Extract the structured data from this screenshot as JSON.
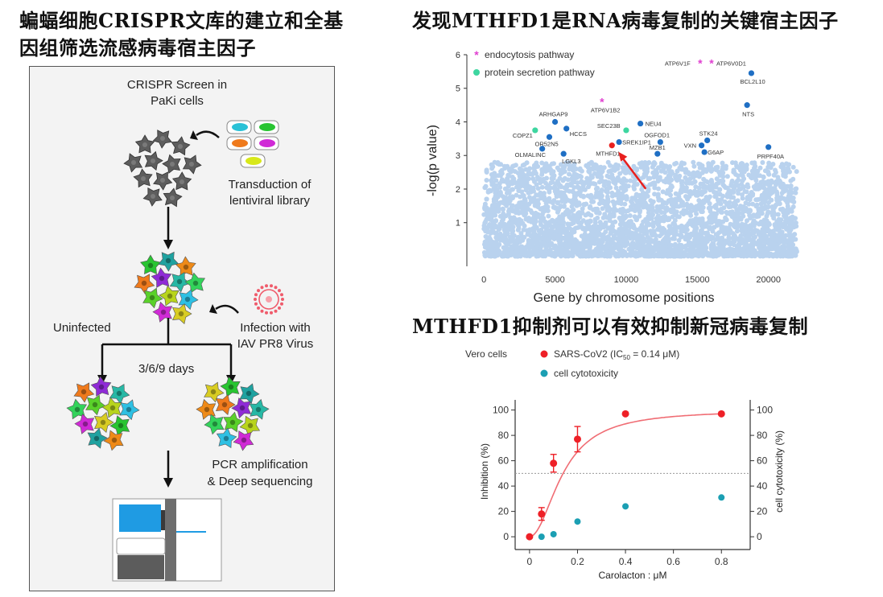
{
  "headings": {
    "left_line1": "蝙蝠细胞CRISPR文库的建立和全基",
    "left_line2": "因组筛选流感病毒宿主因子",
    "top_right": "发现MTHFD1是RNA病毒复制的关键宿主因子",
    "bottom_right": "MTHFD1抑制剂可以有效抑制新冠病毒复制"
  },
  "workflow": {
    "screen_title_line1": "CRISPR Screen in",
    "screen_title_line2": "PaKi cells",
    "transduction_line1": "Transduction of",
    "transduction_line2": "lentiviral library",
    "uninfected": "Uninfected",
    "infection_line1": "Infection with",
    "infection_line2": "IAV PR8 Virus",
    "days": "3/6/9 days",
    "pcr_line1": "PCR amplification",
    "pcr_line2": "& Deep sequencing"
  },
  "chart_data": [
    {
      "type": "scatter",
      "title": "",
      "xlabel": "Gene by chromosome positions",
      "ylabel": "-log(p value)",
      "xlim": [
        -1200,
        22000
      ],
      "ylim": [
        -0.3,
        6
      ],
      "xticks": [
        0,
        5000,
        10000,
        15000,
        20000
      ],
      "yticks": [
        1,
        2,
        3,
        4,
        5,
        6
      ],
      "legend": [
        {
          "name": "endocytosis pathway",
          "color": "#e040d0",
          "marker": "asterisk"
        },
        {
          "name": "protein secretion pathway",
          "color": "#3dd6a0",
          "marker": "circle"
        }
      ],
      "background_points": {
        "color": "#b9d2ee",
        "x_range": [
          0,
          22000
        ],
        "y_range": [
          0,
          2.8
        ],
        "note": "dense cloud of non-significant genes"
      },
      "labeled_genes": [
        {
          "label": "ATP6V1F",
          "x": 15200,
          "y": 5.75,
          "color": "#e040d0",
          "marker": "asterisk"
        },
        {
          "label": "ATP6V0D1",
          "x": 16000,
          "y": 5.75,
          "color": "#e040d0",
          "marker": "asterisk"
        },
        {
          "label": "ATP6V1B2",
          "x": 8300,
          "y": 4.6,
          "color": "#e040d0",
          "marker": "asterisk"
        },
        {
          "label": "BCL2L10",
          "x": 18800,
          "y": 5.45,
          "color": "#1f6fc4",
          "marker": "circle"
        },
        {
          "label": "NTS",
          "x": 18500,
          "y": 4.5,
          "color": "#1f6fc4",
          "marker": "circle"
        },
        {
          "label": "ARHGAP9",
          "x": 5000,
          "y": 4.0,
          "color": "#1f6fc4",
          "marker": "circle"
        },
        {
          "label": "HCCS",
          "x": 5800,
          "y": 3.8,
          "color": "#1f6fc4",
          "marker": "circle"
        },
        {
          "label": "COPZ1",
          "x": 3600,
          "y": 3.75,
          "color": "#3dd6a0",
          "marker": "circle"
        },
        {
          "label": "OR52N5",
          "x": 4600,
          "y": 3.55,
          "color": "#1f6fc4",
          "marker": "circle"
        },
        {
          "label": "OLMALINC",
          "x": 4100,
          "y": 3.2,
          "color": "#1f6fc4",
          "marker": "circle"
        },
        {
          "label": "LGKL3",
          "x": 5600,
          "y": 3.05,
          "color": "#1f6fc4",
          "marker": "circle"
        },
        {
          "label": "SEC23B",
          "x": 10000,
          "y": 3.75,
          "color": "#3dd6a0",
          "marker": "circle"
        },
        {
          "label": "NEU4",
          "x": 11000,
          "y": 3.95,
          "color": "#1f6fc4",
          "marker": "circle"
        },
        {
          "label": "SREK1IP1",
          "x": 9500,
          "y": 3.4,
          "color": "#1f6fc4",
          "marker": "circle"
        },
        {
          "label": "MTHFD1",
          "x": 9000,
          "y": 3.3,
          "color": "#e8201e",
          "marker": "circle"
        },
        {
          "label": "OGFOD1",
          "x": 12400,
          "y": 3.4,
          "color": "#1f6fc4",
          "marker": "circle"
        },
        {
          "label": "MZB1",
          "x": 12200,
          "y": 3.05,
          "color": "#1f6fc4",
          "marker": "circle"
        },
        {
          "label": "STK24",
          "x": 15700,
          "y": 3.45,
          "color": "#1f6fc4",
          "marker": "circle"
        },
        {
          "label": "VXN",
          "x": 15300,
          "y": 3.3,
          "color": "#1f6fc4",
          "marker": "circle"
        },
        {
          "label": "G6AP",
          "x": 15500,
          "y": 3.1,
          "color": "#1f6fc4",
          "marker": "circle"
        },
        {
          "label": "PRPF40A",
          "x": 20000,
          "y": 3.25,
          "color": "#1f6fc4",
          "marker": "circle"
        }
      ],
      "highlight_arrow_target": "MTHFD1"
    },
    {
      "type": "scatter",
      "title": "",
      "xlabel": "Carolacton : μM",
      "ylabel": "Inhibition (%)",
      "y2label": "cell cytotoxicity (%)",
      "xlim": [
        -0.06,
        0.92
      ],
      "ylim": [
        -5,
        108
      ],
      "xticks": [
        0,
        0.2,
        0.4,
        0.6,
        0.8
      ],
      "yticks": [
        0,
        20,
        40,
        60,
        80,
        100
      ],
      "reference_line": 50,
      "cell_label": "Vero cells",
      "series": [
        {
          "name": "SARS-CoV2 (IC50 = 0.14 μM)",
          "name_prefix": "SARS-CoV2 (IC",
          "name_sub": "50",
          "name_suffix": " = 0.14 μM)",
          "color": "#ee2027",
          "fit": "sigmoid",
          "x": [
            0,
            0.05,
            0.1,
            0.2,
            0.4,
            0.8
          ],
          "y": [
            0,
            18,
            58,
            77,
            97,
            97
          ],
          "err": [
            1,
            5,
            7,
            10,
            1,
            1
          ]
        },
        {
          "name": "cell cytotoxicity",
          "color": "#1b9fb3",
          "axis": "right",
          "x": [
            0.05,
            0.1,
            0.2,
            0.4,
            0.8
          ],
          "y": [
            0,
            2,
            12,
            24,
            31
          ],
          "err": [
            1,
            1,
            2,
            2,
            1
          ]
        }
      ]
    }
  ]
}
